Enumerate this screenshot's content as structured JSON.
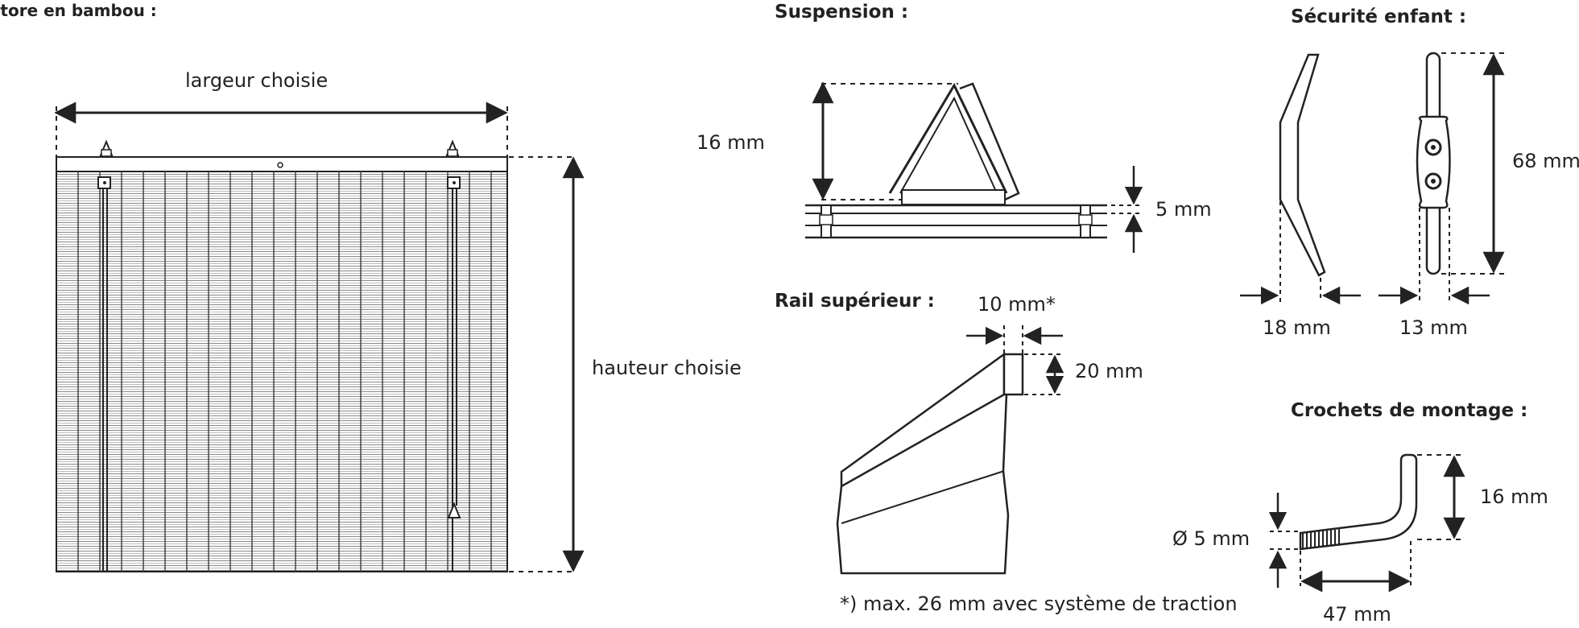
{
  "headings": {
    "bamboo_blind": "Store en bambou :",
    "suspension": "Suspension :",
    "top_rail": "Rail supérieur :",
    "child_safety": "Sécurité enfant :",
    "mounting_hooks": "Crochets de montage :"
  },
  "labels": {
    "chosen_width": "largeur choisie",
    "chosen_height": "hauteur choisie",
    "suspension_height": "16 mm",
    "suspension_rail": "5 mm",
    "rail_depth": "10 mm*",
    "rail_height": "20 mm",
    "rail_footnote": "*) max. 26 mm avec système de traction",
    "safety_length": "68 mm",
    "safety_width_a": "18 mm",
    "safety_width_b": "13 mm",
    "hook_height": "16 mm",
    "hook_diameter": "Ø 5 mm",
    "hook_length": "47 mm"
  },
  "colors": {
    "line": "#222222",
    "slat": "#555555",
    "background": "#ffffff"
  }
}
